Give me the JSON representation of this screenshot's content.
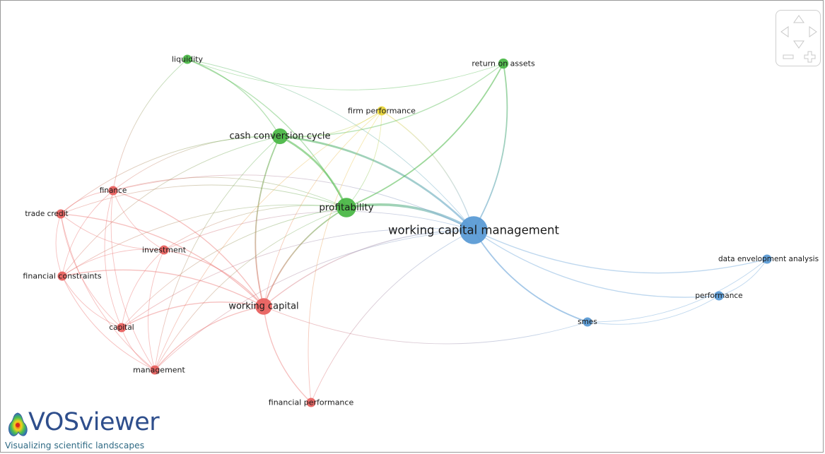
{
  "app": {
    "name": "VOSviewer",
    "logo_text": "VOSviewer",
    "tagline": "Visualizing scientific landscapes"
  },
  "colors": {
    "cluster_red": "#e8615f",
    "cluster_green": "#4cb848",
    "cluster_blue": "#5b9bd5",
    "cluster_yellow": "#e8d53a",
    "logo_blue": "#2e4e8c",
    "tagline_teal": "#2f6a84"
  },
  "navigation": {
    "icons": [
      "arrow-up-icon",
      "arrow-left-icon",
      "arrow-right-icon",
      "arrow-down-icon",
      "zoom-out-icon",
      "zoom-in-icon"
    ]
  },
  "network": {
    "nodes": [
      {
        "id": "wcm",
        "label": "working capital management",
        "cluster": "blue",
        "weight": 5
      },
      {
        "id": "prof",
        "label": "profitability",
        "cluster": "green",
        "weight": 3.2
      },
      {
        "id": "ccc",
        "label": "cash conversion cycle",
        "cluster": "green",
        "weight": 2.4
      },
      {
        "id": "roa",
        "label": "return on assets",
        "cluster": "green",
        "weight": 1.2
      },
      {
        "id": "liq",
        "label": "liquidity",
        "cluster": "green",
        "weight": 1.0
      },
      {
        "id": "fp",
        "label": "firm performance",
        "cluster": "yellow",
        "weight": 1.0
      },
      {
        "id": "wc",
        "label": "working capital",
        "cluster": "red",
        "weight": 2.6
      },
      {
        "id": "fin",
        "label": "finance",
        "cluster": "red",
        "weight": 1.0
      },
      {
        "id": "tc",
        "label": "trade credit",
        "cluster": "red",
        "weight": 1.0
      },
      {
        "id": "inv",
        "label": "investment",
        "cluster": "red",
        "weight": 1.0
      },
      {
        "id": "fc",
        "label": "financial constraints",
        "cluster": "red",
        "weight": 1.0
      },
      {
        "id": "cap",
        "label": "capital",
        "cluster": "red",
        "weight": 1.0
      },
      {
        "id": "mgmt",
        "label": "management",
        "cluster": "red",
        "weight": 1.0
      },
      {
        "id": "fperf",
        "label": "financial performance",
        "cluster": "red",
        "weight": 1.0
      },
      {
        "id": "smes",
        "label": "smes",
        "cluster": "blue",
        "weight": 1.0
      },
      {
        "id": "perf",
        "label": "performance",
        "cluster": "blue",
        "weight": 1.0
      },
      {
        "id": "dea",
        "label": "data envelopment analysis",
        "cluster": "blue",
        "weight": 1.0
      }
    ],
    "links": [
      {
        "source": "wcm",
        "target": "prof",
        "strength": 4
      },
      {
        "source": "wcm",
        "target": "ccc",
        "strength": 3
      },
      {
        "source": "wcm",
        "target": "roa",
        "strength": 2
      },
      {
        "source": "wcm",
        "target": "fp",
        "strength": 1.5
      },
      {
        "source": "wcm",
        "target": "liq",
        "strength": 1
      },
      {
        "source": "wcm",
        "target": "wc",
        "strength": 1.5
      },
      {
        "source": "wcm",
        "target": "smes",
        "strength": 2
      },
      {
        "source": "wcm",
        "target": "perf",
        "strength": 1.5
      },
      {
        "source": "wcm",
        "target": "dea",
        "strength": 1.5
      },
      {
        "source": "wcm",
        "target": "fperf",
        "strength": 1
      },
      {
        "source": "wcm",
        "target": "inv",
        "strength": 1
      },
      {
        "source": "wcm",
        "target": "fin",
        "strength": 1
      },
      {
        "source": "wcm",
        "target": "cap",
        "strength": 1
      },
      {
        "source": "wcm",
        "target": "mgmt",
        "strength": 1
      },
      {
        "source": "prof",
        "target": "ccc",
        "strength": 3
      },
      {
        "source": "prof",
        "target": "roa",
        "strength": 2
      },
      {
        "source": "prof",
        "target": "liq",
        "strength": 1.5
      },
      {
        "source": "prof",
        "target": "fp",
        "strength": 1
      },
      {
        "source": "prof",
        "target": "wc",
        "strength": 2
      },
      {
        "source": "prof",
        "target": "fin",
        "strength": 1
      },
      {
        "source": "prof",
        "target": "tc",
        "strength": 1
      },
      {
        "source": "prof",
        "target": "inv",
        "strength": 1
      },
      {
        "source": "prof",
        "target": "fc",
        "strength": 1
      },
      {
        "source": "prof",
        "target": "cap",
        "strength": 1
      },
      {
        "source": "prof",
        "target": "mgmt",
        "strength": 1
      },
      {
        "source": "ccc",
        "target": "roa",
        "strength": 1.5
      },
      {
        "source": "ccc",
        "target": "liq",
        "strength": 1.5
      },
      {
        "source": "ccc",
        "target": "fp",
        "strength": 1
      },
      {
        "source": "ccc",
        "target": "wc",
        "strength": 2
      },
      {
        "source": "ccc",
        "target": "fin",
        "strength": 1
      },
      {
        "source": "ccc",
        "target": "tc",
        "strength": 1
      },
      {
        "source": "ccc",
        "target": "fc",
        "strength": 1
      },
      {
        "source": "ccc",
        "target": "mgmt",
        "strength": 1
      },
      {
        "source": "liq",
        "target": "roa",
        "strength": 1
      },
      {
        "source": "liq",
        "target": "fin",
        "strength": 1
      },
      {
        "source": "fp",
        "target": "wc",
        "strength": 1
      },
      {
        "source": "fp",
        "target": "fperf",
        "strength": 1
      },
      {
        "source": "fp",
        "target": "mgmt",
        "strength": 1
      },
      {
        "source": "wc",
        "target": "fin",
        "strength": 1.5
      },
      {
        "source": "wc",
        "target": "tc",
        "strength": 1.5
      },
      {
        "source": "wc",
        "target": "inv",
        "strength": 1.5
      },
      {
        "source": "wc",
        "target": "fc",
        "strength": 1.5
      },
      {
        "source": "wc",
        "target": "cap",
        "strength": 1.5
      },
      {
        "source": "wc",
        "target": "mgmt",
        "strength": 1.5
      },
      {
        "source": "wc",
        "target": "fperf",
        "strength": 1.5
      },
      {
        "source": "wc",
        "target": "smes",
        "strength": 1
      },
      {
        "source": "fin",
        "target": "tc",
        "strength": 1
      },
      {
        "source": "fin",
        "target": "inv",
        "strength": 1
      },
      {
        "source": "fin",
        "target": "fc",
        "strength": 1
      },
      {
        "source": "fin",
        "target": "cap",
        "strength": 1
      },
      {
        "source": "fin",
        "target": "mgmt",
        "strength": 1
      },
      {
        "source": "tc",
        "target": "inv",
        "strength": 1
      },
      {
        "source": "tc",
        "target": "fc",
        "strength": 1
      },
      {
        "source": "tc",
        "target": "cap",
        "strength": 1
      },
      {
        "source": "tc",
        "target": "mgmt",
        "strength": 1
      },
      {
        "source": "inv",
        "target": "fc",
        "strength": 1
      },
      {
        "source": "inv",
        "target": "cap",
        "strength": 1
      },
      {
        "source": "inv",
        "target": "mgmt",
        "strength": 1
      },
      {
        "source": "fc",
        "target": "cap",
        "strength": 1
      },
      {
        "source": "fc",
        "target": "mgmt",
        "strength": 1
      },
      {
        "source": "cap",
        "target": "mgmt",
        "strength": 1
      },
      {
        "source": "smes",
        "target": "perf",
        "strength": 1
      },
      {
        "source": "smes",
        "target": "dea",
        "strength": 1
      },
      {
        "source": "perf",
        "target": "dea",
        "strength": 1
      }
    ]
  }
}
